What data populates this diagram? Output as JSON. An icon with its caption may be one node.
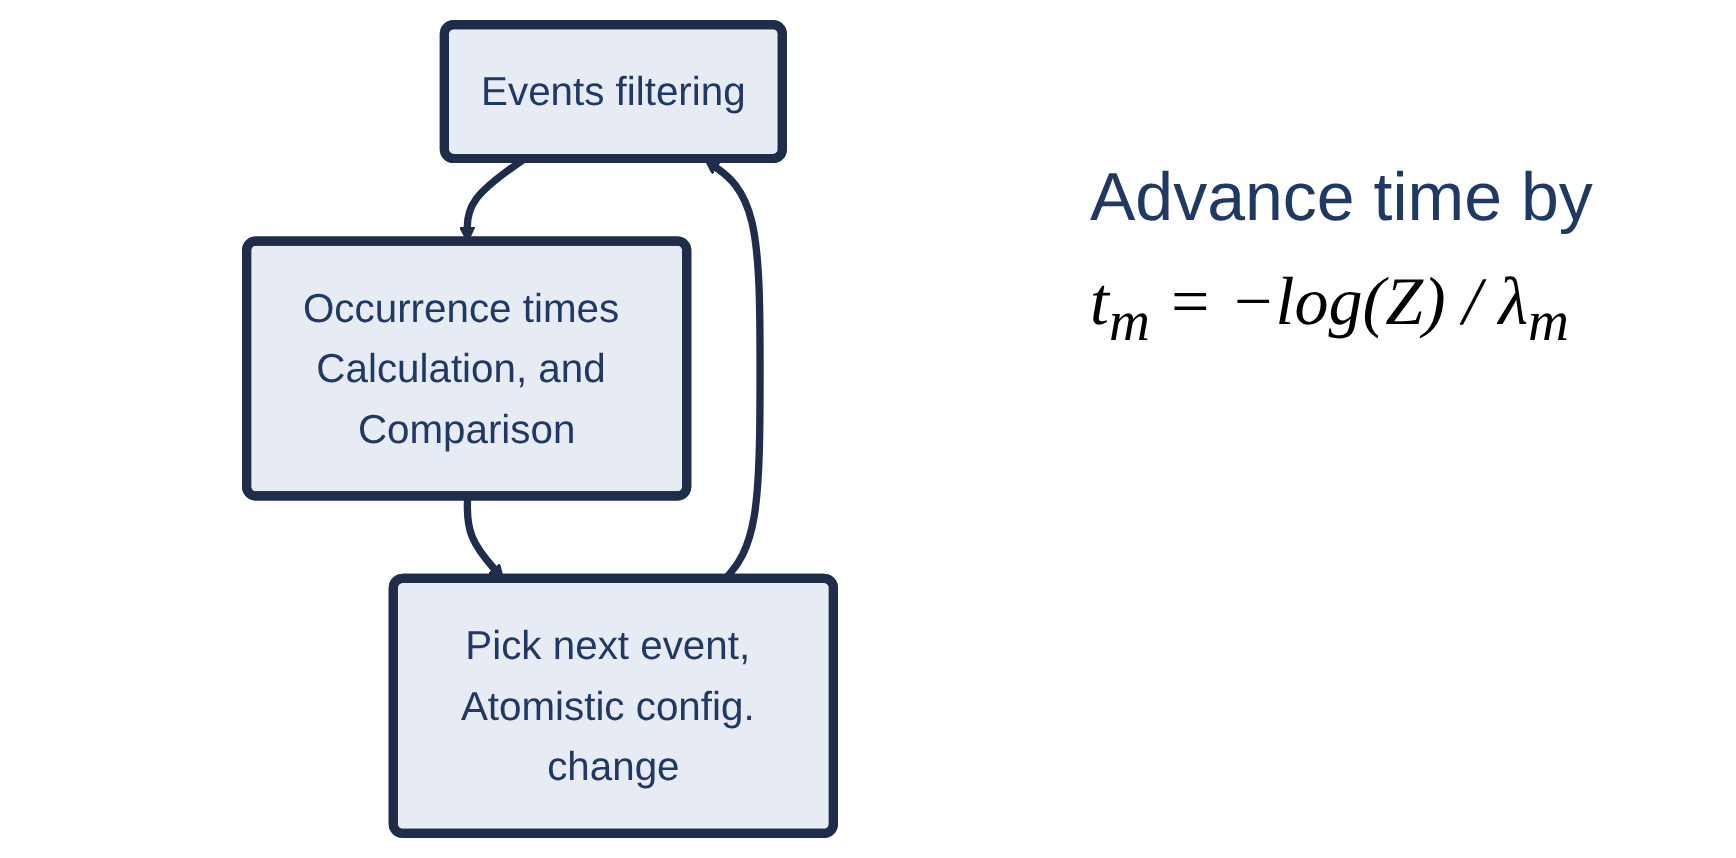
{
  "diagram": {
    "nodes": [
      {
        "text": [
          "Events filtering"
        ]
      },
      {
        "text": [
          "Occurrence times Calculation, and Comparison"
        ]
      },
      {
        "text": [
          "Pick next event, Atomistic config. change"
        ]
      }
    ],
    "edges": [
      {
        "from": 0,
        "to": 1,
        "arrow": "to"
      },
      {
        "from": 1,
        "to": 2,
        "arrow": "to"
      },
      {
        "from": 2,
        "to": 0,
        "arrow": "to"
      }
    ],
    "labels": [
      "Advance time by",
      "t$_{m}$ = −log(Z) / λ$_{m}$"
    ]
  }
}
